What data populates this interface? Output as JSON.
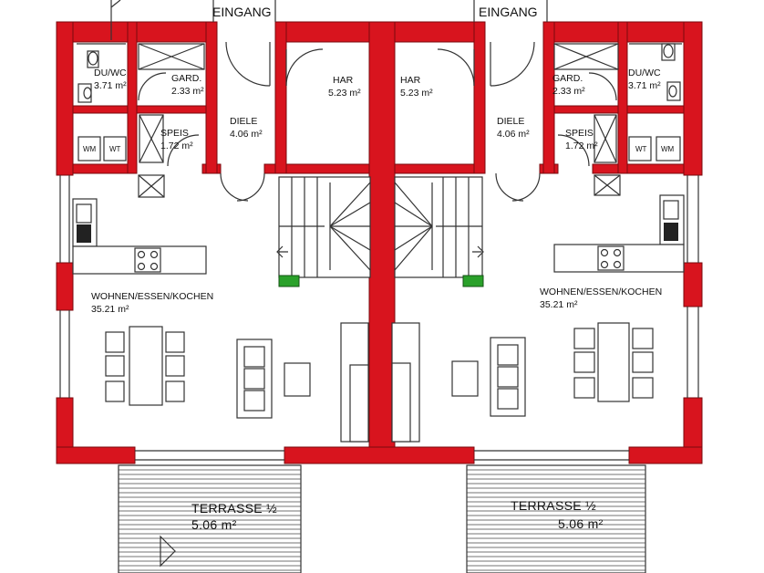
{
  "entrances": [
    "EINGANG",
    "EINGANG"
  ],
  "rooms_left": {
    "duwc": {
      "name": "DU/WC",
      "area": "3.71 m²"
    },
    "gard": {
      "name": "GARD.",
      "area": "2.33 m²"
    },
    "speis": {
      "name": "SPEIS",
      "area": "1.72 m²"
    },
    "diele": {
      "name": "DIELE",
      "area": "4.06 m²"
    },
    "har": {
      "name": "HAR",
      "area": "5.23 m²"
    },
    "wohnen": {
      "name": "WOHNEN/ESSEN/KOCHEN",
      "area": "35.21 m²"
    },
    "terrasse": {
      "name": "TERRASSE ½",
      "area": "5.06 m²"
    },
    "wm": "WM",
    "wt": "WT"
  },
  "rooms_right": {
    "duwc": {
      "name": "DU/WC",
      "area": "3.71 m²"
    },
    "gard": {
      "name": "GARD.",
      "area": "2.33 m²"
    },
    "speis": {
      "name": "SPEIS",
      "area": "1.72 m²"
    },
    "diele": {
      "name": "DIELE",
      "area": "4.06 m²"
    },
    "har": {
      "name": "HAR",
      "area": "5.23 m²"
    },
    "wohnen": {
      "name": "WOHNEN/ESSEN/KOCHEN",
      "area": "35.21 m²"
    },
    "terrasse": {
      "name": "TERRASSE ½",
      "area": "5.06 m²"
    },
    "wm": "WM",
    "wt": "WT"
  },
  "colors": {
    "wall": "#d8141e",
    "stair_marker": "#2aa12a",
    "line": "#333333"
  }
}
